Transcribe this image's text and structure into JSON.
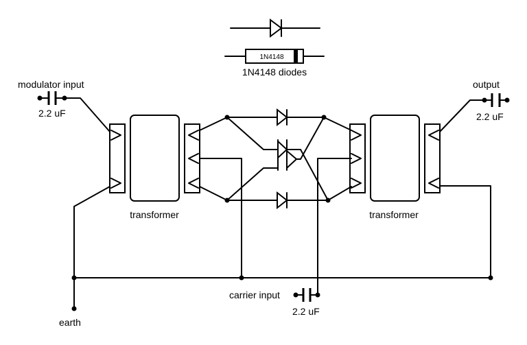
{
  "labels": {
    "diode_part": "1N4148",
    "diode_caption": "1N4148 diodes",
    "modulator_input": "modulator input",
    "modulator_cap": "2.2 uF",
    "output": "output",
    "output_cap": "2.2 uF",
    "transformer_left": "transformer",
    "transformer_right": "transformer",
    "carrier_input": "carrier input",
    "carrier_cap": "2.2 uF",
    "earth": "earth"
  }
}
